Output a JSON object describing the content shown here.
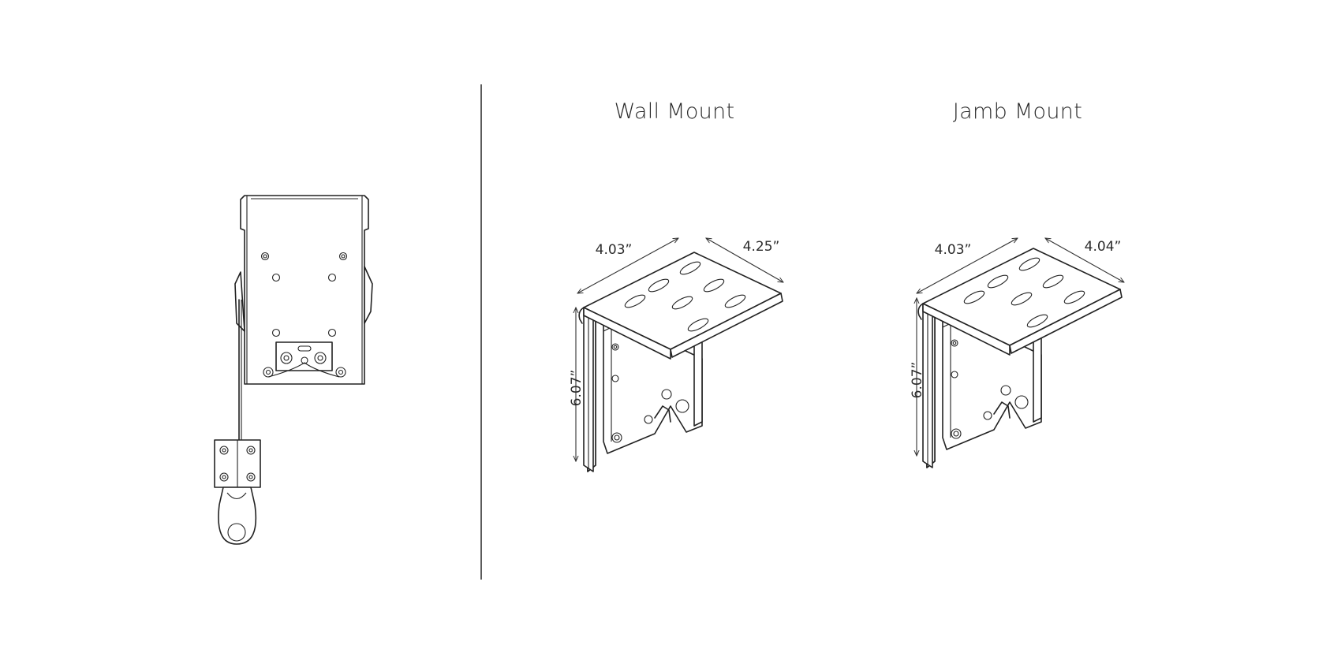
{
  "views": {
    "wall": {
      "title": "Wall Mount",
      "dim_top_left": "4.03”",
      "dim_top_right": "4.25”",
      "dim_height": "6.07”"
    },
    "jamb": {
      "title": "Jamb Mount",
      "dim_top_left": "4.03”",
      "dim_top_right": "4.04”",
      "dim_height": "6.07”"
    }
  },
  "colors": {
    "line": "#222222",
    "background": "#ffffff"
  }
}
